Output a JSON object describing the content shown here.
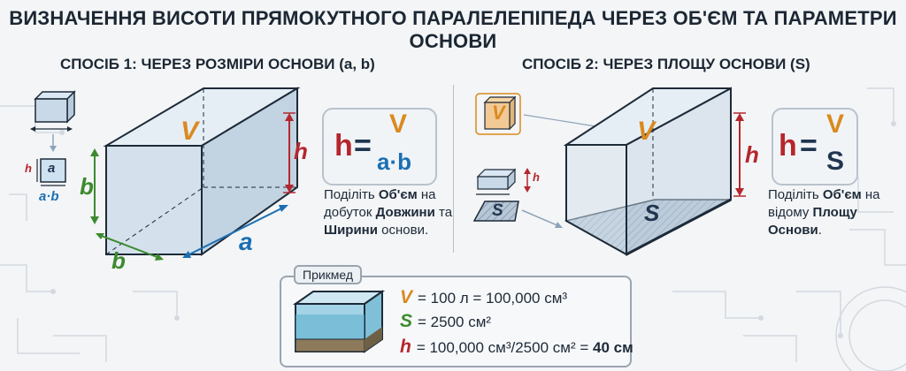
{
  "title": "ВИЗНАЧЕННЯ ВИСОТИ ПРЯМОКУТНОГО ПАРАЛЕЛЕПІПЕДА ЧЕРЕЗ ОБ'ЄМ ТА ПАРАМЕТРИ ОСНОВИ",
  "method1": {
    "heading": "СПОСІБ 1: ЧЕРЕЗ РОЗМІРИ ОСНОВИ (a, b)",
    "labels": {
      "V": "V",
      "h": "h",
      "a": "a",
      "b": "b",
      "b2": "b",
      "small_h": "h",
      "small_a": "a",
      "small_ab": "a·b"
    },
    "formula": {
      "lhs": "h",
      "eq": "=",
      "num": "V",
      "den": "a·b"
    },
    "note": {
      "p1": "Поділіть ",
      "b1": "Об'єм",
      "p2": " на добуток ",
      "b2": "Довжини",
      "p3": " та ",
      "b3": "Ширини",
      "p4": " основи."
    }
  },
  "method2": {
    "heading": "СПОСІБ 2: ЧЕРЕЗ ПЛОЩУ ОСНОВИ (S)",
    "labels": {
      "V_small": "V",
      "V": "V",
      "h": "h",
      "S": "S",
      "small_h": "h",
      "small_S": "S"
    },
    "formula": {
      "lhs": "h",
      "eq": "=",
      "num": "V",
      "den": "S"
    },
    "note": {
      "p1": "Поділіть ",
      "b1": "Об'єм",
      "p2": " на відому ",
      "b2": "Площу Основи",
      "p3": "."
    }
  },
  "example": {
    "tab": "Прикмед",
    "line1": {
      "sym": "V",
      "text": "= 100 л = 100,000 см³"
    },
    "line2": {
      "sym": "S",
      "text": "= 2500 см²"
    },
    "line3": {
      "sym": "h",
      "text": "= 100,000 см³/2500 см² = ",
      "result": "40 см"
    }
  },
  "colors": {
    "red": "#b5262c",
    "orange": "#d98a1f",
    "blue": "#1a6fb3",
    "green": "#3c8a2e",
    "navy": "#1f3550"
  }
}
